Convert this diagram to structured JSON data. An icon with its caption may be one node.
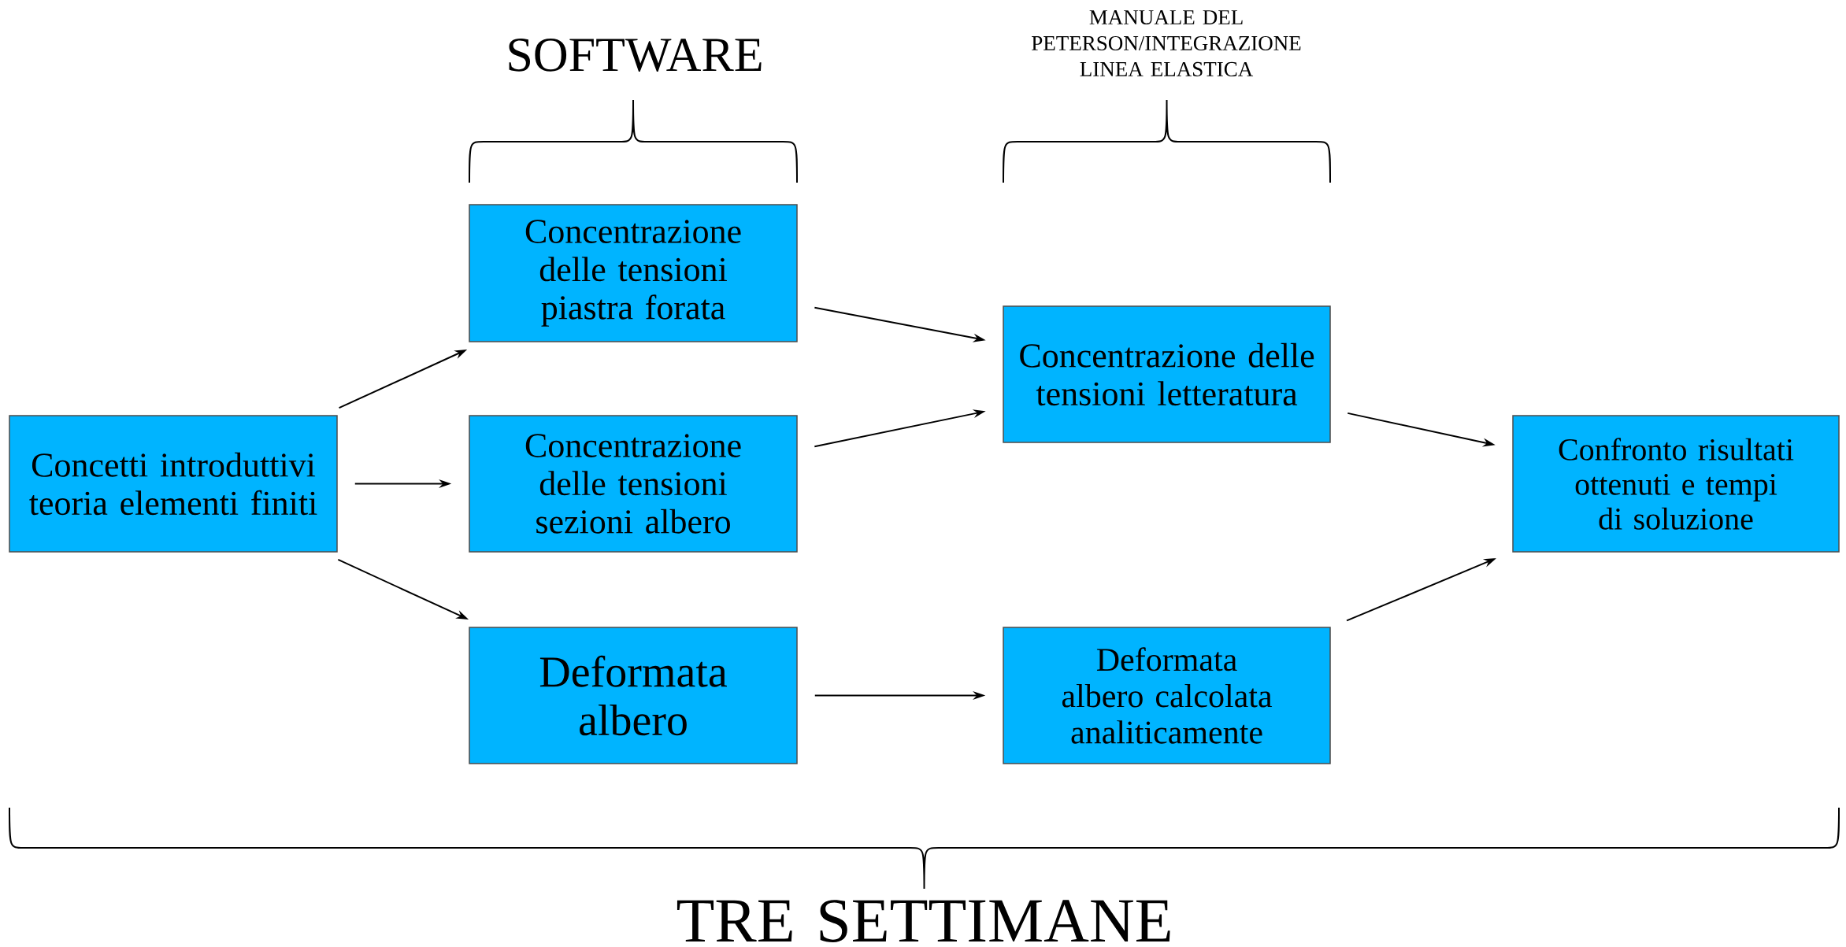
{
  "diagram": {
    "nodes": [
      {
        "text": [
          "Concetti introduttivi teoria elementi finiti"
        ]
      },
      {
        "text": [
          "Concentrazione delle tensioni piastra forata"
        ]
      },
      {
        "text": [
          "Concentrazione delle tensioni sezioni albero"
        ]
      },
      {
        "text": [
          "Deformata albero"
        ]
      },
      {
        "text": [
          "Concentrazione delle tensioni letteratura"
        ]
      },
      {
        "text": [
          "Deformata albero calcolata analiticamente"
        ]
      },
      {
        "text": [
          "Confronto risultati ottenuti e tempi di soluzione"
        ]
      }
    ],
    "edges": [
      {
        "from": 0,
        "to": 1,
        "arrow": "to"
      },
      {
        "from": 0,
        "to": 2,
        "arrow": "to"
      },
      {
        "from": 0,
        "to": 3,
        "arrow": "to"
      },
      {
        "from": 1,
        "to": 4,
        "arrow": "to"
      },
      {
        "from": 2,
        "to": 4,
        "arrow": "to"
      },
      {
        "from": 3,
        "to": 5,
        "arrow": "to"
      },
      {
        "from": 4,
        "to": 6,
        "arrow": "to"
      },
      {
        "from": 5,
        "to": 6,
        "arrow": "to"
      }
    ],
    "labels": [
      "MANUALE DEL PETERSON/INTEGRAZIONE LINEA ELASTICA",
      "SOFTWARE",
      "TRE SETTIMANE"
    ]
  }
}
